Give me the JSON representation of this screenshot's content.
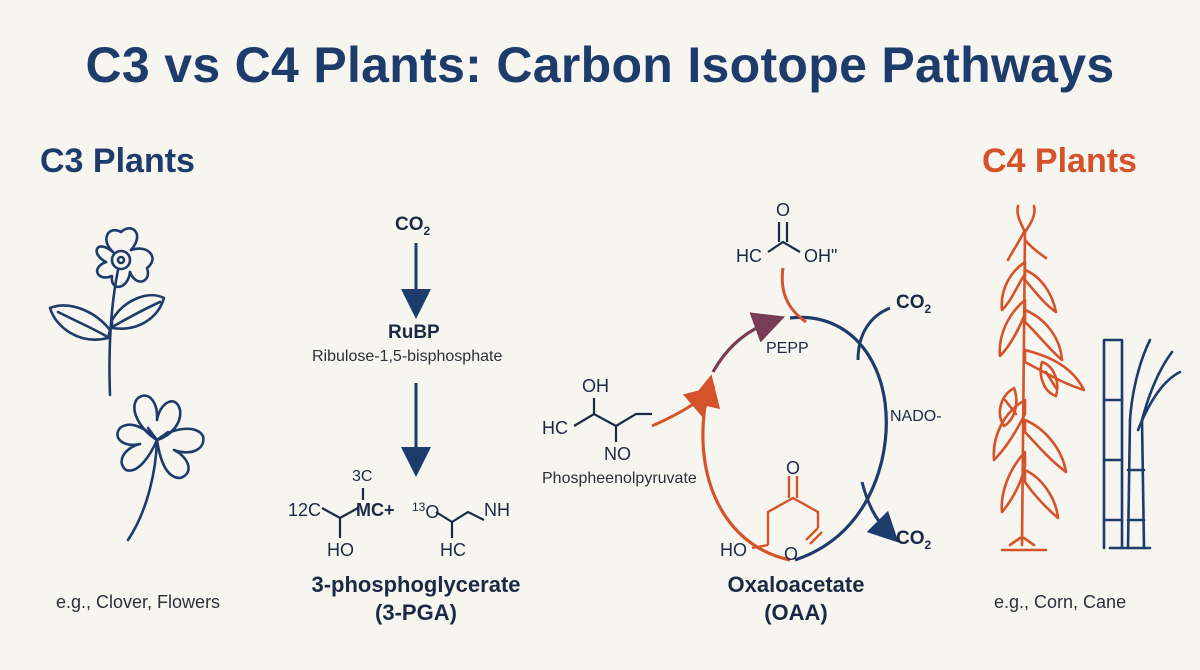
{
  "title": "C3 vs C4 Plants: Carbon Isotope Pathways",
  "c3": {
    "heading": "C3 Plants",
    "example": "e.g., Clover, Flowers",
    "co2": "CO",
    "co2_sub": "2",
    "rubp": "RuBP",
    "rubp_full": "Ribulose-1,5-bisphosphate",
    "pga_atoms": {
      "top": "3C",
      "left": "12C",
      "mid": "MC+",
      "sup13": "13",
      "o": "O",
      "nh": "NH",
      "ho": "HO",
      "hc": "HC"
    },
    "pga_name": "3-phosphoglycerate",
    "pga_abbr": "(3-PGA)"
  },
  "c4": {
    "heading": "C4 Plants",
    "example": "e.g., Corn, Cane",
    "pep_atoms": {
      "oh": "OH",
      "hc": "HC",
      "no": "NO"
    },
    "pep_name": "Phospheenolpyruvate",
    "pepp": "PEPP",
    "top_atoms": {
      "o": "O",
      "hc": "HC",
      "oh": "OHʺ"
    },
    "co2_in": "CO",
    "co2_in_sub": "2",
    "nadp": "NADO-",
    "co2_out": "CO",
    "co2_out_sub": "2",
    "oaa_atoms": {
      "o": "O",
      "ho": "HO",
      "o2": "O"
    },
    "oaa_name": "Oxaloacetate",
    "oaa_abbr": "(OAA)"
  },
  "colors": {
    "navy": "#1d3b6b",
    "orange": "#d5532b",
    "ink": "#1b2a44"
  }
}
